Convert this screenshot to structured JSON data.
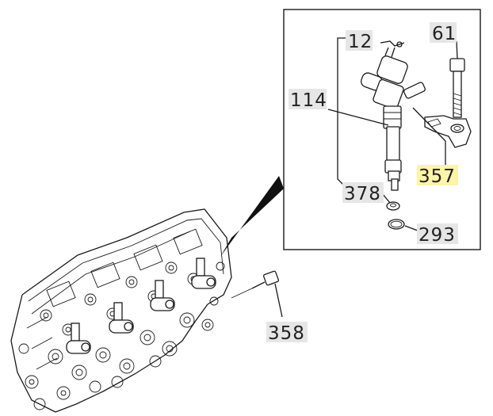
{
  "diagram": {
    "callouts": {
      "c12": "12",
      "c61": "61",
      "c114": "114",
      "c357": "357",
      "c378": "378",
      "c293": "293",
      "c358": "358"
    },
    "colors": {
      "label_bg": "#e6e6e6",
      "label_highlight": "#fff4a8",
      "line": "#1a1a1a"
    }
  }
}
